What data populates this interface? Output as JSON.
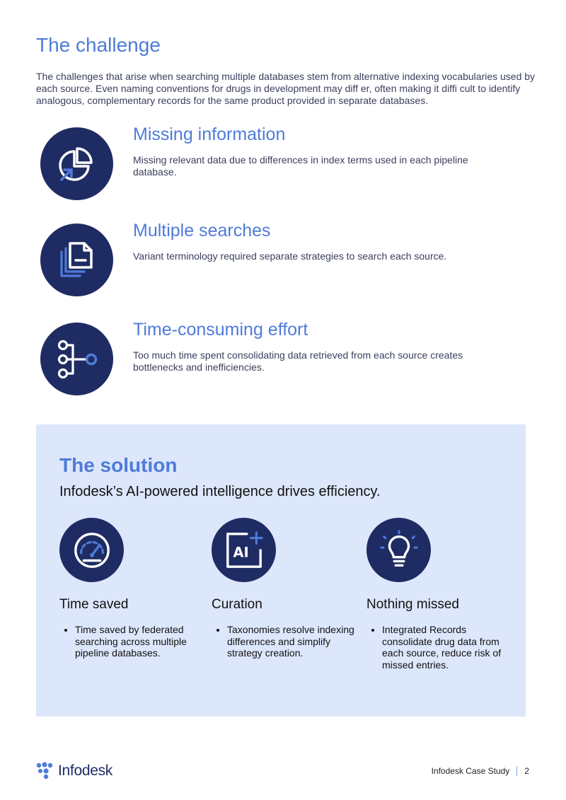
{
  "challenge": {
    "title": "The challenge",
    "intro": "The challenges that arise when searching multiple databases stem from alternative indexing vocabularies used by each source. Even naming conventions for drugs in development may diff er, often making it diffi cult to identify analogous, complementary records for the same product provided in separate databases.",
    "items": [
      {
        "heading": "Missing information",
        "text": "Missing relevant data due to differences in index terms used in each pipeline database.",
        "icon": "pie-chart-arrow-icon"
      },
      {
        "heading": "Multiple searches",
        "text": "Variant terminology required separate strategies to search each source.",
        "icon": "stacked-documents-icon"
      },
      {
        "heading": "Time-consuming effort",
        "text": "Too much time spent consolidating data retrieved from each source creates bottlenecks and inefficiencies.",
        "icon": "workflow-merge-icon"
      }
    ]
  },
  "solution": {
    "title": "The solution",
    "subtitle": "Infodesk’s AI-powered intelligence drives efficiency.",
    "columns": [
      {
        "heading": "Time saved",
        "bullet": "Time saved by federated searching across multiple pipeline databases.",
        "icon": "speedometer-icon"
      },
      {
        "heading": "Curation",
        "bullet": "Taxonomies resolve indexing differences and simplify strategy creation.",
        "icon": "ai-sparkle-icon"
      },
      {
        "heading": "Nothing missed",
        "bullet": "Integrated Records consolidate drug data from each source, reduce risk of missed entries.",
        "icon": "lightbulb-icon"
      }
    ]
  },
  "footer": {
    "brand": "Infodesk",
    "label": "Infodesk Case Study",
    "page": "2"
  },
  "colors": {
    "accent": "#4f7bd9",
    "navy": "#1f2c63",
    "panel": "#dde7fb"
  }
}
